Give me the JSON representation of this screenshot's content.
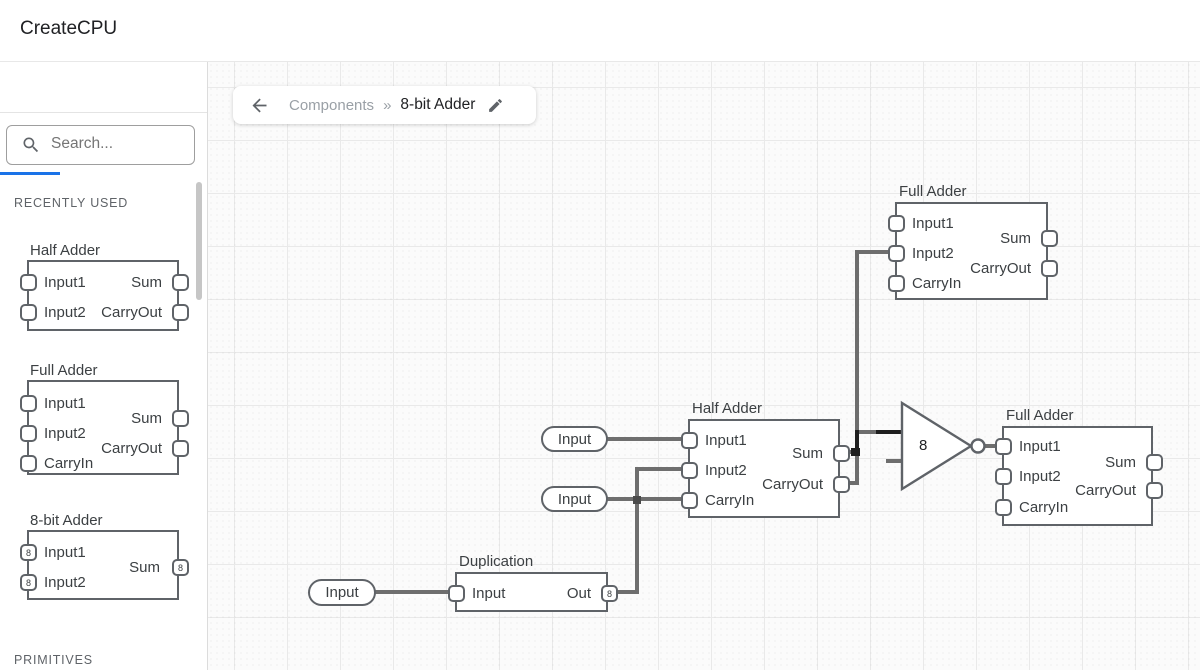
{
  "header": {
    "title": "CreateCPU"
  },
  "sidebar": {
    "tabs": [
      {
        "id": "components",
        "icon": "components-icon",
        "active": true
      },
      {
        "id": "tags",
        "icon": "tag-icon",
        "active": false
      },
      {
        "id": "run",
        "icon": "play-icon",
        "active": false
      }
    ],
    "search": {
      "placeholder": "Search..."
    },
    "section_recent": "RECENTLY USED",
    "section_primitives": "PRIMITIVES",
    "components": [
      {
        "title": "Half Adder",
        "left": [
          "Input1",
          "Input2"
        ],
        "right": [
          "Sum",
          "CarryOut"
        ]
      },
      {
        "title": "Full Adder",
        "left": [
          "Input1",
          "Input2",
          "CarryIn"
        ],
        "right": [
          "Sum",
          "CarryOut"
        ]
      },
      {
        "title": "8-bit Adder",
        "left": [
          "Input1",
          "Input2"
        ],
        "right": [
          "Sum"
        ],
        "bus_width": "8"
      }
    ]
  },
  "breadcrumb": {
    "parent": "Components",
    "separator": "»",
    "current": "8-bit Adder"
  },
  "canvas": {
    "nodes": [
      {
        "id": "full-adder-top",
        "title": "Full Adder",
        "left": [
          "Input1",
          "Input2",
          "CarryIn"
        ],
        "right": [
          "Sum",
          "CarryOut"
        ]
      },
      {
        "id": "half-adder",
        "title": "Half Adder",
        "left": [
          "Input1",
          "Input2",
          "CarryIn"
        ],
        "right": [
          "Sum",
          "CarryOut"
        ]
      },
      {
        "id": "full-adder-right",
        "title": "Full Adder",
        "left": [
          "Input1",
          "Input2",
          "CarryIn"
        ],
        "right": [
          "Sum",
          "CarryOut"
        ]
      },
      {
        "id": "duplication",
        "title": "Duplication",
        "left": [
          "Input"
        ],
        "right": [
          "Out"
        ],
        "bus_width": "8"
      }
    ],
    "input_pills": [
      {
        "label": "Input"
      },
      {
        "label": "Input"
      },
      {
        "label": "Input"
      }
    ],
    "gate": {
      "label": "8"
    }
  },
  "colors": {
    "accent_blue": "#1a73e8",
    "wire_gray": "#6e6e6e",
    "node_border": "#5f6368"
  }
}
